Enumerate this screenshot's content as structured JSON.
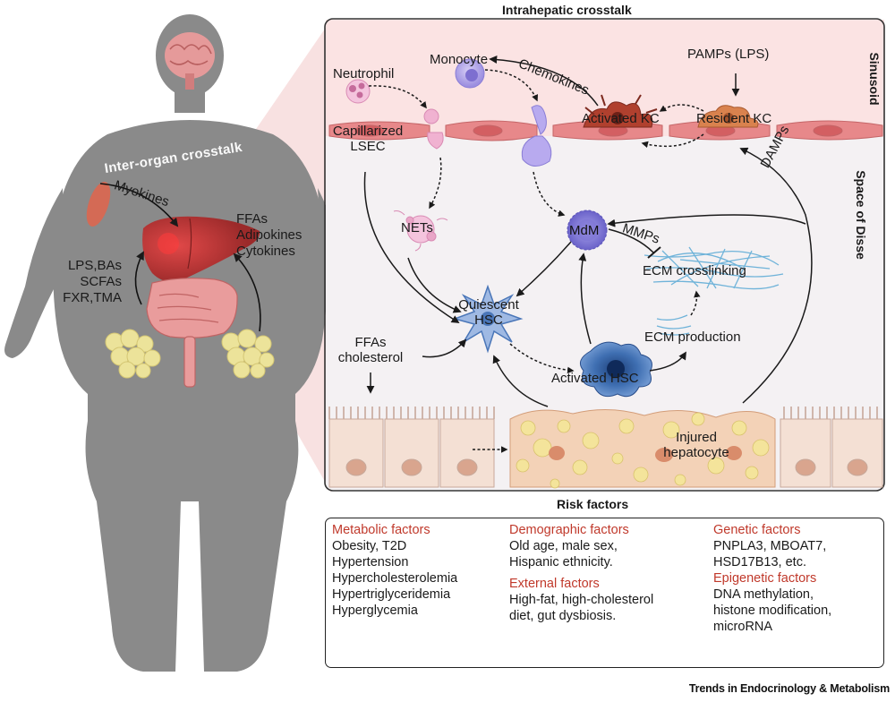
{
  "titles": {
    "intrahepatic": "Intrahepatic crosstalk",
    "inter_organ": "Inter-organ crosstalk",
    "risk": "Risk factors",
    "sinusoid": "Sinusoid",
    "space_of_disse": "Space of Disse"
  },
  "body_labels": {
    "myokines": "Myokines",
    "gut_signals": [
      "LPS,BAs",
      "SCFAs",
      "FXR,TMA"
    ],
    "adipose_signals": [
      "FFAs",
      "Adipokines",
      "Cytokines"
    ]
  },
  "cells": {
    "neutrophil": "Neutrophil",
    "monocyte": "Monocyte",
    "chemokines": "Chemokines",
    "pamps": "PAMPs (LPS)",
    "activated_kc": "Activated KC",
    "resident_kc": "Resident KC",
    "lsec": [
      "Capillarized",
      "LSEC"
    ],
    "damps": "DAMPs",
    "nets": "NETs",
    "mdm": "MdM",
    "mmps": "MMPs",
    "ecm_crosslinking": "ECM  crosslinking",
    "quiescent_hsc": [
      "Quiescent",
      "HSC"
    ],
    "ecm_production": "ECM  production",
    "ffas_chol": [
      "FFAs",
      "cholesterol"
    ],
    "activated_hsc": "Activated HSC",
    "injured_hepatocyte": [
      "Injured",
      "hepatocyte"
    ]
  },
  "risk_factors": {
    "metabolic": {
      "title": "Metabolic factors",
      "items": [
        "Obesity, T2D",
        "Hypertension",
        "Hypercholesterolemia",
        "Hypertriglyceridemia",
        "Hyperglycemia"
      ]
    },
    "demographic": {
      "title": "Demographic factors",
      "items": [
        "Old age, male sex,",
        "Hispanic ethnicity."
      ]
    },
    "external": {
      "title": "External factors",
      "items": [
        "High-fat, high-cholesterol",
        "diet, gut dysbiosis."
      ]
    },
    "genetic": {
      "title": "Genetic factors",
      "items": [
        "PNPLA3, MBOAT7,",
        "HSD17B13, etc."
      ]
    },
    "epigenetic": {
      "title": "Epigenetic factors",
      "items": [
        "DNA methylation,",
        "histone modification,",
        "microRNA"
      ]
    }
  },
  "colors": {
    "risk_title": "#c0392b",
    "sinusoid_bg": "#fbe3e3",
    "disse_bg": "#f4f1f3",
    "body": "#808080",
    "hsc": "#4a76b8",
    "ecm": "#6fb3d9"
  },
  "footer": "Trends in Endocrinology & Metabolism"
}
